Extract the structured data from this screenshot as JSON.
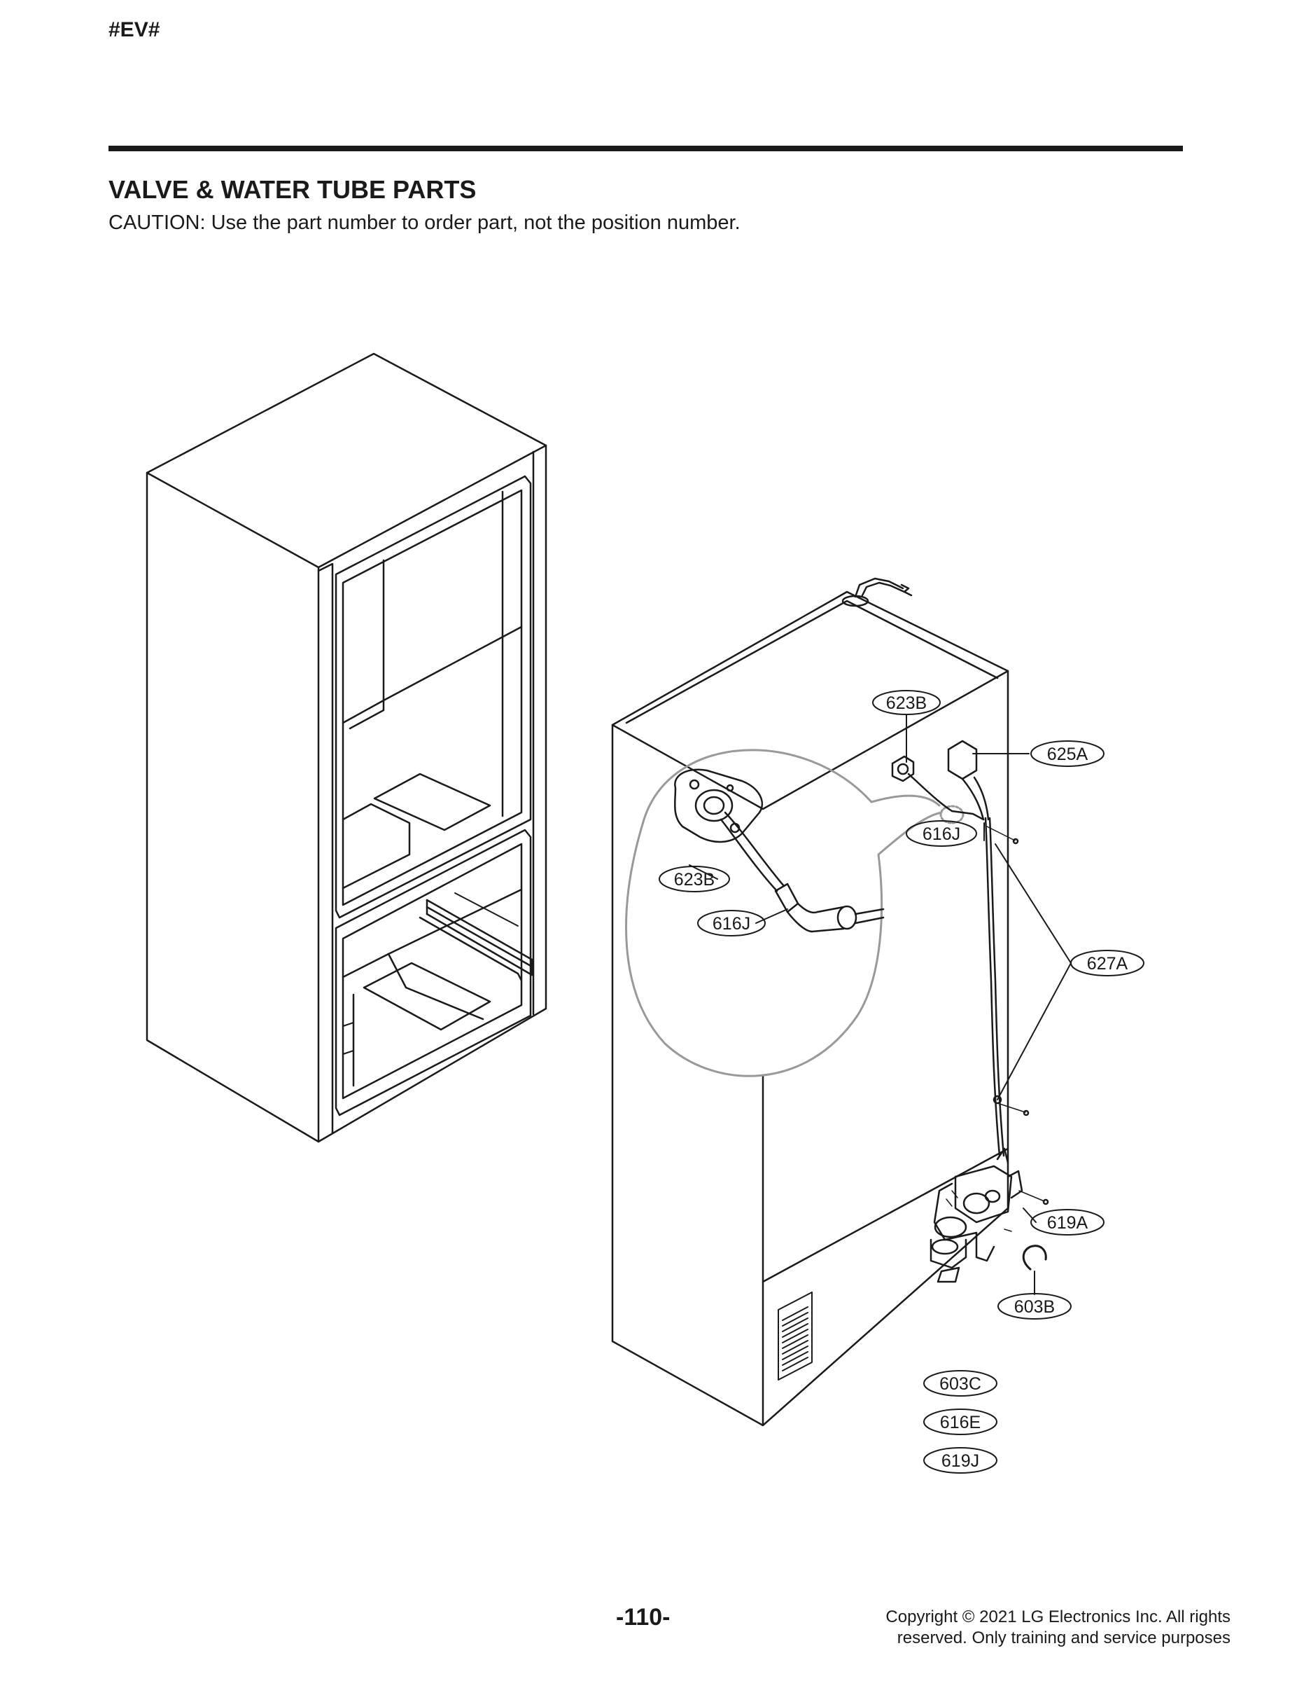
{
  "header": {
    "code": "#EV#",
    "title": "VALVE & WATER TUBE PARTS",
    "caution": "CAUTION: Use the part number to order part, not the position number."
  },
  "callouts": {
    "c623B_main": "623B",
    "c625A": "625A",
    "c616J_main": "616J",
    "c627A": "627A",
    "c619A": "619A",
    "c603B": "603B",
    "c623B_detail": "623B",
    "c616J_detail": "616J",
    "c603C": "603C",
    "c616E": "616E",
    "c619J": "619J"
  },
  "footer": {
    "page_number": "-110-",
    "copyright_line1": "Copyright © 2021 LG Electronics Inc. All rights",
    "copyright_line2": "reserved. Only training and service purposes"
  }
}
